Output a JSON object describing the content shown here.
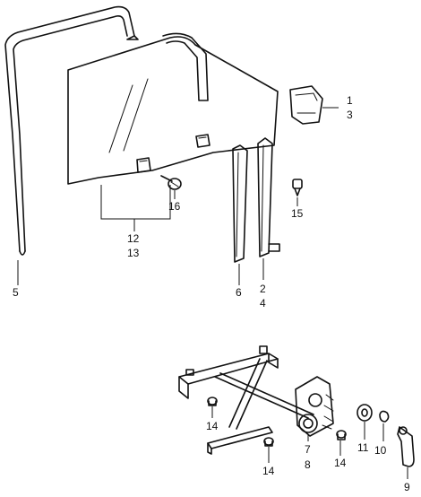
{
  "labels": {
    "l1": "1",
    "l2": "2",
    "l3": "3",
    "l4": "4",
    "l5": "5",
    "l6": "6",
    "l7": "7",
    "l8": "8",
    "l9": "9",
    "l10": "10",
    "l11": "11",
    "l12": "12",
    "l13": "13",
    "l14a": "14",
    "l14b": "14",
    "l14c": "14",
    "l15": "15",
    "l16": "16"
  }
}
